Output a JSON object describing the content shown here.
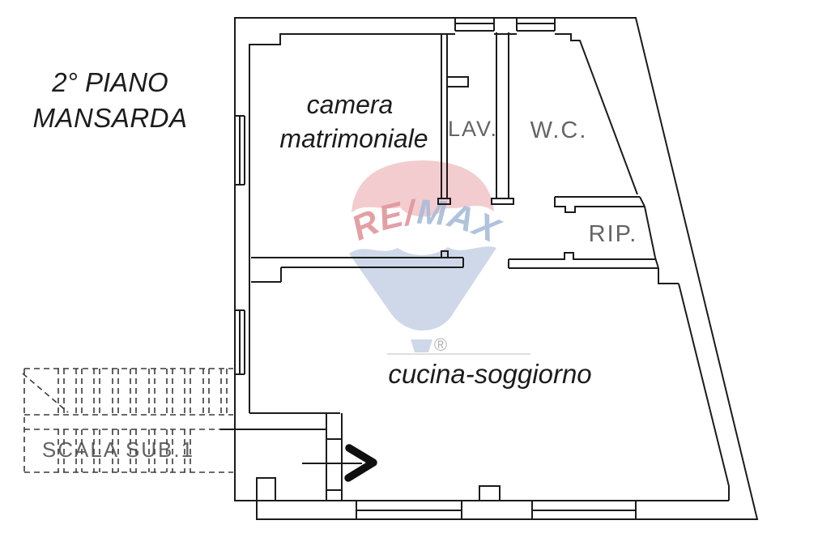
{
  "title": {
    "line1": "2° PIANO",
    "line2": "MANSARDA"
  },
  "rooms": {
    "bedroom_line1": "camera",
    "bedroom_line2": "matrimoniale",
    "laundry": "LAV.",
    "wc": "W.C.",
    "storage": "RIP.",
    "kitchen_living": "cucina-soggiorno",
    "stairs": "SCALA SUB.1"
  },
  "watermark": {
    "brand_left": "RE/",
    "brand_right": "MAX",
    "registered": "®"
  },
  "colors": {
    "wall": "#1b1b1b",
    "cad_text": "#4f4f4f",
    "balloon_red": "#f2c6ca",
    "balloon_blue": "#c9d4e7",
    "brand_red": "#e0969a",
    "brand_blue": "#a7bbd8",
    "stair_line": "#3a3a3a"
  }
}
